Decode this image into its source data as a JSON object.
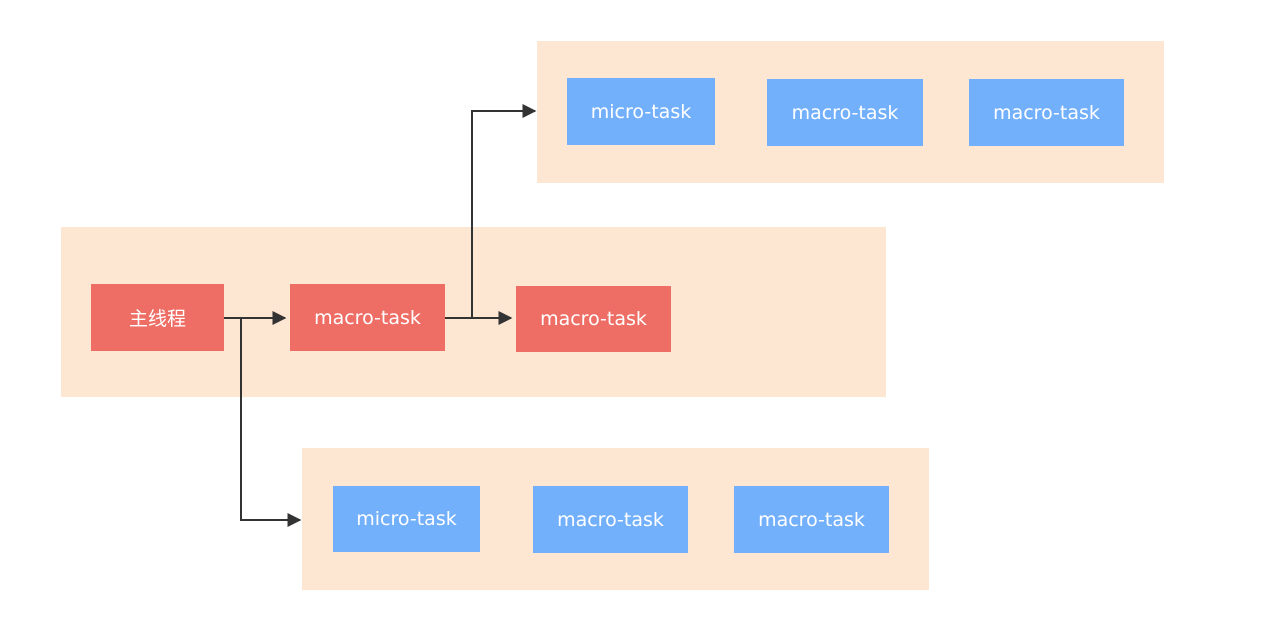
{
  "colors": {
    "group_bg": "#fde6d2",
    "main_thread_task": "#ee6e66",
    "queued_task": "#73b0fc",
    "connector": "#333333"
  },
  "main_row": {
    "thread_label": "主线程",
    "task_1": "macro-task",
    "task_2": "macro-task"
  },
  "top_group": {
    "items": [
      "micro-task",
      "macro-task",
      "macro-task"
    ]
  },
  "bottom_group": {
    "items": [
      "micro-task",
      "macro-task",
      "macro-task"
    ]
  }
}
